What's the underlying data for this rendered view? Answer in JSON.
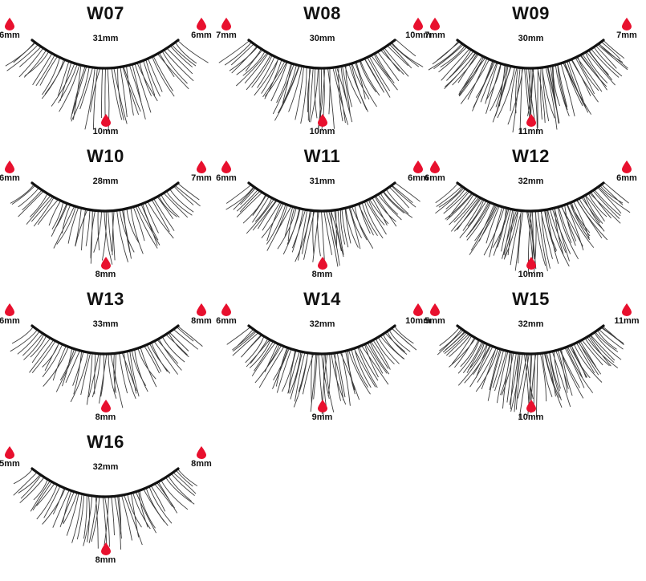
{
  "accent_color": "#e8102e",
  "products": [
    {
      "code": "W07",
      "width": "31mm",
      "left": "6mm",
      "right": "6mm",
      "center": "10mm"
    },
    {
      "code": "W08",
      "width": "30mm",
      "left": "7mm",
      "right": "10mm",
      "center": "10mm"
    },
    {
      "code": "W09",
      "width": "30mm",
      "left": "7mm",
      "right": "7mm",
      "center": "11mm"
    },
    {
      "code": "W10",
      "width": "28mm",
      "left": "6mm",
      "right": "7mm",
      "center": "8mm"
    },
    {
      "code": "W11",
      "width": "31mm",
      "left": "6mm",
      "right": "6mm",
      "center": "8mm"
    },
    {
      "code": "W12",
      "width": "32mm",
      "left": "6mm",
      "right": "6mm",
      "center": "10mm"
    },
    {
      "code": "W13",
      "width": "33mm",
      "left": "6mm",
      "right": "8mm",
      "center": "8mm"
    },
    {
      "code": "W14",
      "width": "32mm",
      "left": "6mm",
      "right": "10mm",
      "center": "9mm"
    },
    {
      "code": "W15",
      "width": "32mm",
      "left": "5mm",
      "right": "11mm",
      "center": "10mm"
    },
    {
      "code": "W16",
      "width": "32mm",
      "left": "5mm",
      "right": "8mm",
      "center": "8mm"
    }
  ]
}
